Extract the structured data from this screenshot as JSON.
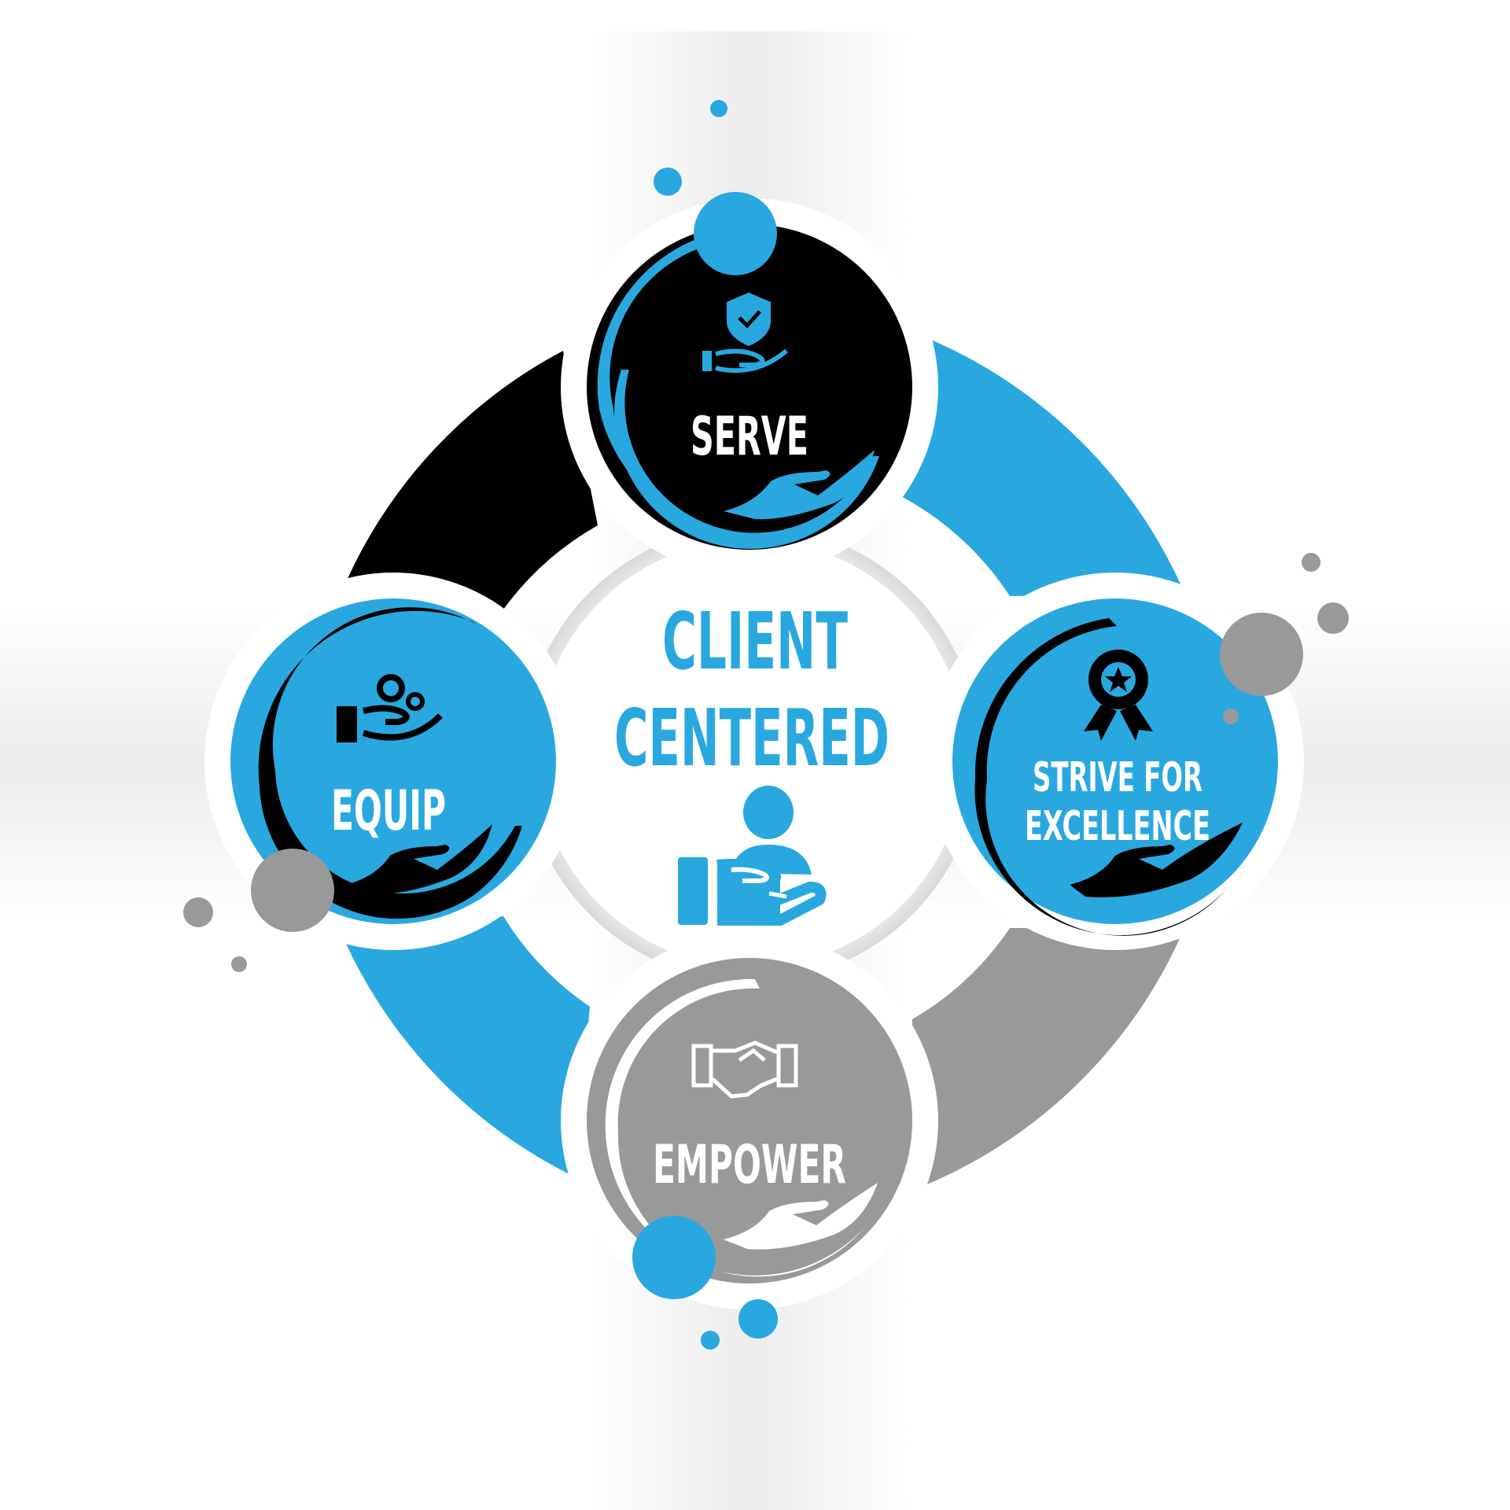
{
  "center": {
    "line1": "CLIENT",
    "line2": "CENTERED",
    "icon": "client-service-icon"
  },
  "nodes": {
    "serve": {
      "label": "SERVE",
      "icon": "shield-hand-icon"
    },
    "equip": {
      "label": "EQUIP",
      "icon": "gears-hand-icon"
    },
    "strive": {
      "line1": "STRIVE FOR",
      "line2": "EXCELLENCE",
      "icon": "award-ribbon-icon"
    },
    "empower": {
      "label": "EMPOWER",
      "icon": "handshake-icon"
    }
  },
  "colors": {
    "blue": "#29A8E0",
    "black": "#000000",
    "gray": "#999999",
    "light_gray": "#DDDDDD",
    "white": "#FFFFFF"
  }
}
